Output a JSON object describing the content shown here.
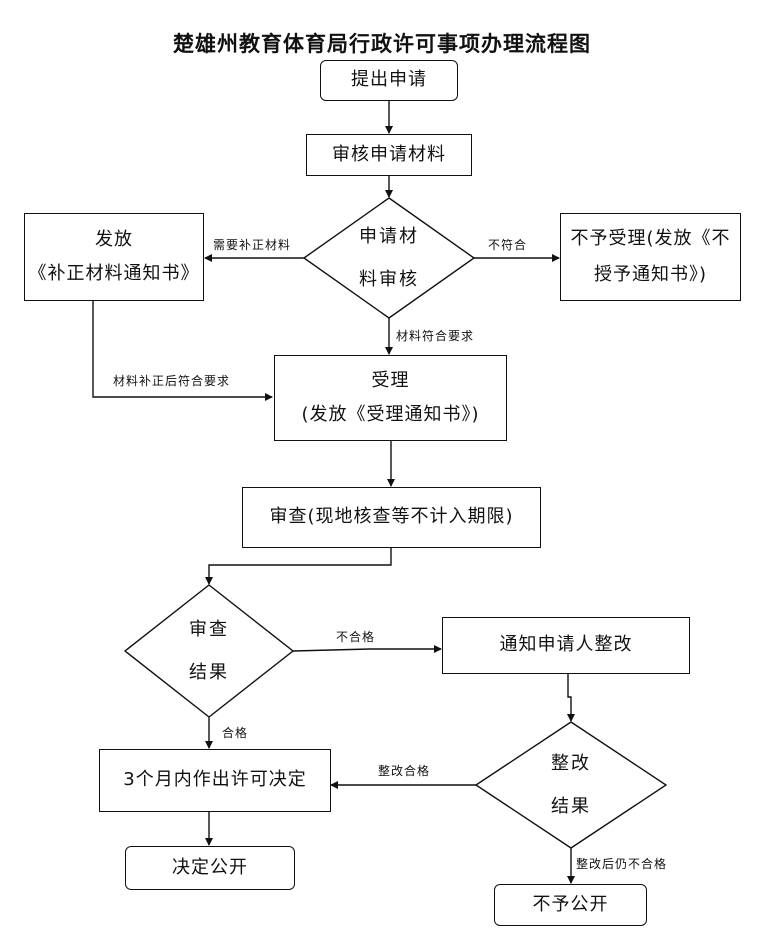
{
  "title": "楚雄州教育体育局行政许可事项办理流程图",
  "nodes": {
    "apply": "提出申请",
    "review_materials": "审核申请材料",
    "material_check": "申请材\n料审核",
    "supplement": "发放\n《补正材料通知书》",
    "reject": "不予受理(发放《不\n授予通知书》)",
    "accept": "受理\n(发放《受理通知书》)",
    "examine": "审查(现地核查等不计入期限)",
    "exam_result": "审查\n结果",
    "notify_fix": "通知申请人整改",
    "fix_result": "整改\n结果",
    "decision": "3个月内作出许可决定",
    "publish": "决定公开",
    "no_publish": "不予公开"
  },
  "edges": {
    "need_supplement": "需要补正材料",
    "not_conform": "不符合",
    "conform": "材料符合要求",
    "after_supplement": "材料补正后符合要求",
    "not_qualified": "不合格",
    "qualified": "合格",
    "fix_ok": "整改合格",
    "fix_fail": "整改后仍不合格"
  }
}
